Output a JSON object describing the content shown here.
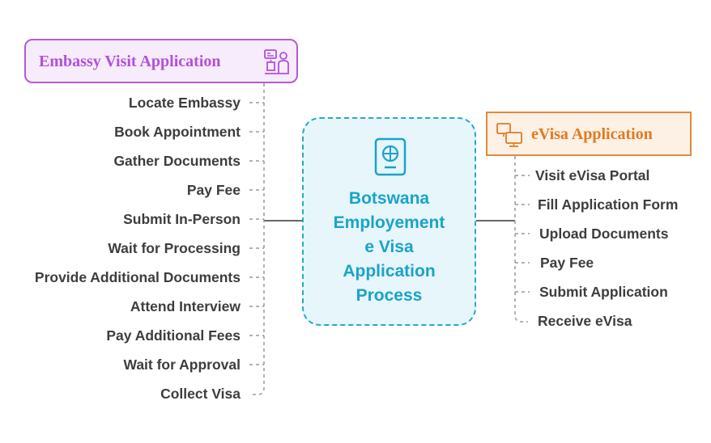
{
  "center": {
    "title_lines": [
      "Botswana",
      "Employement",
      "e Visa",
      "Application",
      "Process"
    ]
  },
  "embassy": {
    "title": "Embassy Visit Application",
    "icon": "person-with-id-card-icon",
    "items": [
      "Locate Embassy",
      "Book Appointment",
      "Gather Documents",
      "Pay Fee",
      "Submit In-Person",
      "Wait for Processing",
      "Provide Additional Documents",
      "Attend Interview",
      "Pay Additional Fees",
      "Wait for Approval",
      "Collect Visa"
    ]
  },
  "evisa": {
    "title": "eVisa Application",
    "icon": "computer-monitors-icon",
    "items": [
      "Visit eVisa Portal",
      "Fill Application Form",
      "Upload Documents",
      "Pay Fee",
      "Submit Application",
      "Receive eVisa"
    ]
  },
  "colors": {
    "center_border": "#2aa9c9",
    "center_fill": "#e6f6fb",
    "center_text": "#1aa3c8",
    "embassy_border": "#b25bd8",
    "embassy_text": "#b34fda",
    "evisa_border": "#e08a3c",
    "evisa_text": "#e07a22",
    "item_text": "#3d3d3d",
    "connector": "#9a9a9a"
  }
}
